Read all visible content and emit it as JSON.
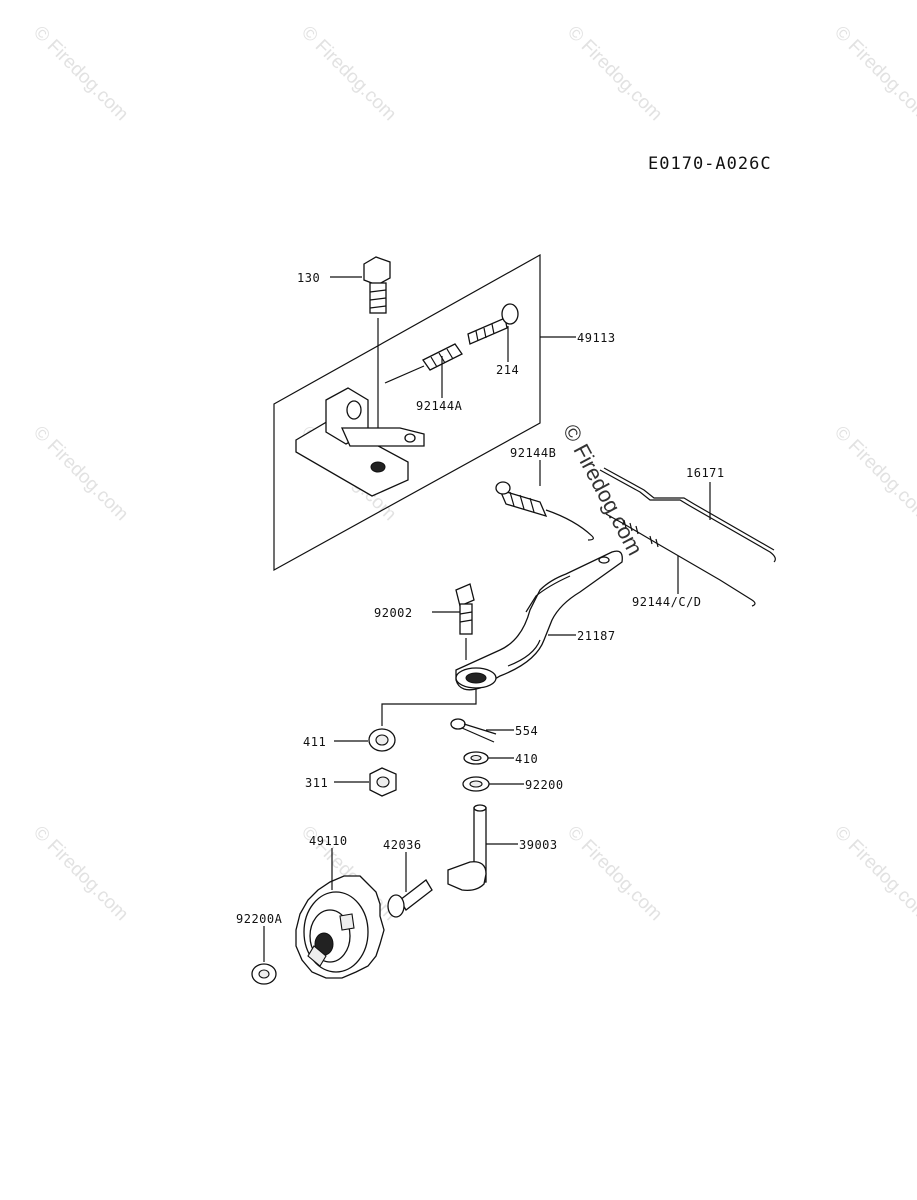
{
  "diagram_code": "E0170-A026C",
  "watermark": "© Firedog.com",
  "parts": {
    "p130": "130",
    "p49113": "49113",
    "p214": "214",
    "p92144A": "92144A",
    "p92144B": "92144B",
    "p16171": "16171",
    "p92144CD": "92144/C/D",
    "p92002": "92002",
    "p21187": "21187",
    "p554": "554",
    "p411": "411",
    "p410": "410",
    "p311": "311",
    "p92200": "92200",
    "p49110": "49110",
    "p42036": "42036",
    "p39003": "39003",
    "p92200A": "92200A"
  }
}
